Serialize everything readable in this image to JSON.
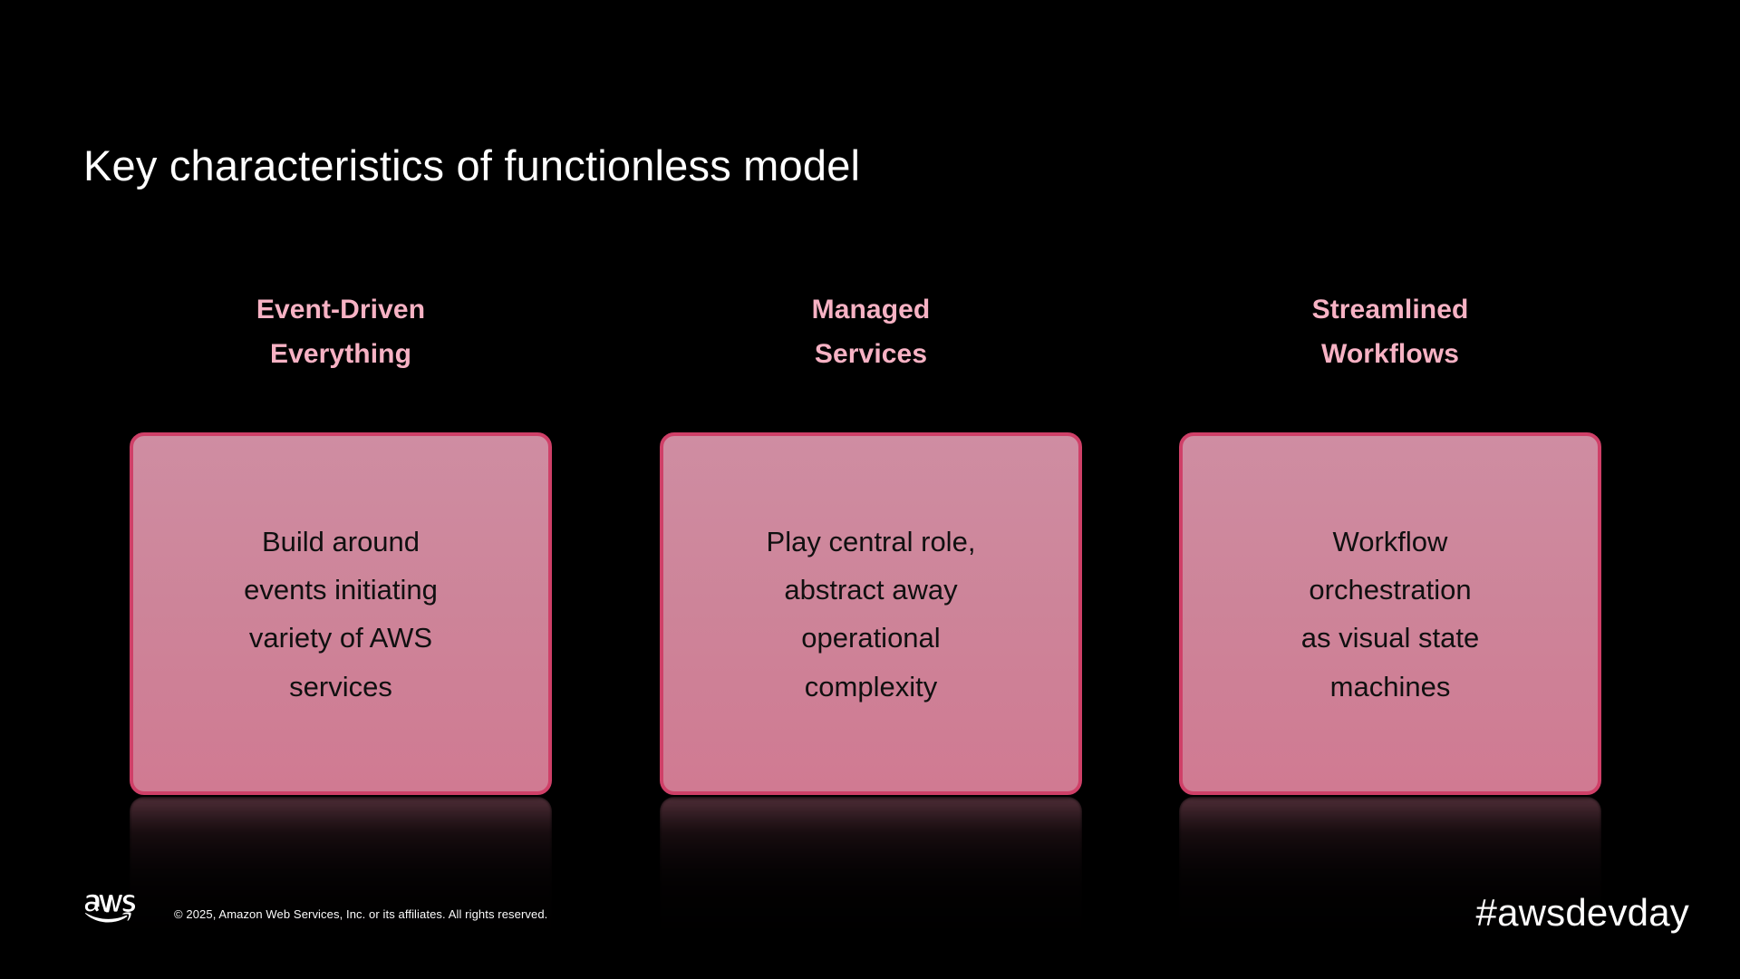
{
  "slide": {
    "title": "Key characteristics of functionless model",
    "background_color": "#000000",
    "title_color": "#ffffff",
    "accent_pink": "#f7b2c4",
    "card_border_color": "#cf4068",
    "card_fill_color": "#cd8499",
    "card_text_color": "#101010"
  },
  "columns": [
    {
      "heading": "Event-Driven\nEverything",
      "card_text": "Build around\nevents initiating\nvariety of AWS\nservices"
    },
    {
      "heading": "Managed\nServices",
      "card_text": "Play central role,\nabstract away\noperational\ncomplexity"
    },
    {
      "heading": "Streamlined\nWorkflows",
      "card_text": "Workflow\norchestration\nas visual state\nmachines"
    }
  ],
  "footer": {
    "logo": "aws-logo",
    "copyright": "© 2025, Amazon Web Services, Inc. or its affiliates. All rights reserved.",
    "hashtag": "#awsdevday"
  }
}
